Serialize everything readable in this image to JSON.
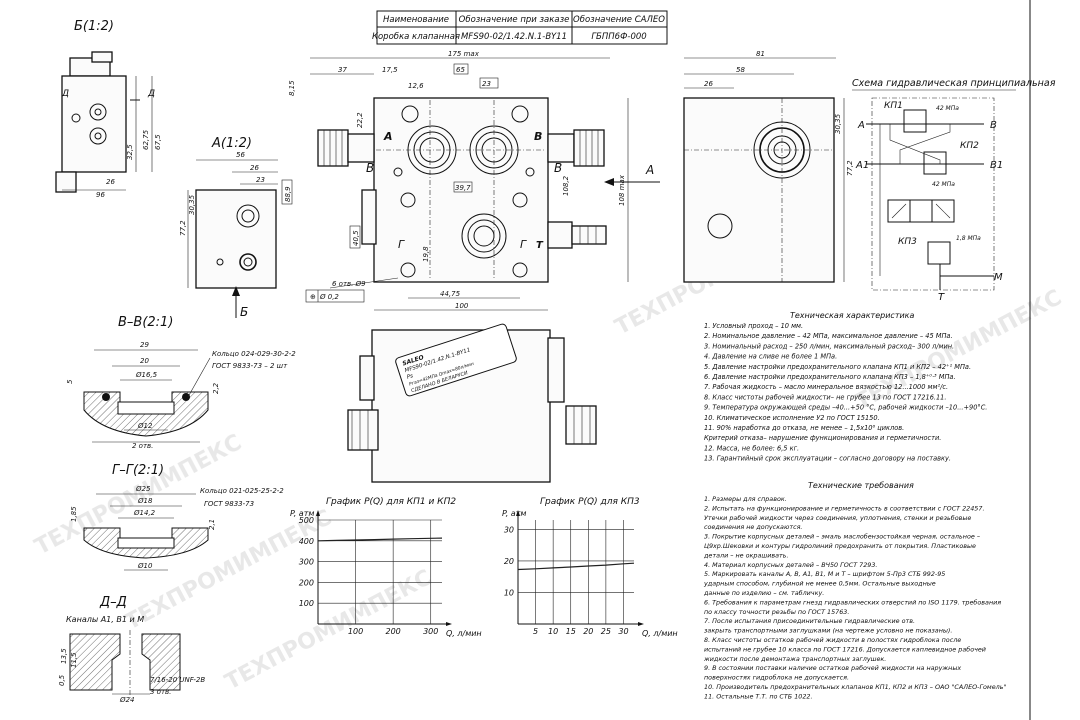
{
  "title_table": {
    "headers": [
      "Наименование",
      "Обозначение при заказе",
      "Обозначение САЛЕО"
    ],
    "row": [
      "Коробка клапанная",
      "MFS90-02/1.42.N.1-BY11",
      "ГБПП6Ф-000"
    ]
  },
  "views": {
    "b_view": "Б(1:2)",
    "a_view": "А(1:2)",
    "vv_section": "В–В(2:1)",
    "gg_section": "Г–Г(2:1)",
    "dd_section": "Д–Д",
    "dd_caption": "Каналы А1, В1 и М",
    "arrow_a": "А",
    "arrow_b": "Б",
    "scheme_title": "Схема гидравлическая принципиальная"
  },
  "dims": {
    "overall_width": "175 max",
    "d37": "37",
    "d175": "17,5",
    "d65": "65",
    "d12_6": "12,6",
    "d23": "23",
    "d8_15": "8,15",
    "d22_2": "22,2",
    "d88_9": "88,9",
    "d39_7": "39,7",
    "d108_2": "108,2",
    "d108max": "108 max",
    "d40_5": "40,5",
    "d19_8": "19,8",
    "d44_75": "44,75",
    "d100": "100",
    "holes": "6 отв. Ø9",
    "tol": "Ø 0,2",
    "d81": "81",
    "d58": "58",
    "d26": "26",
    "d30_35": "30,35",
    "d77_2": "77,2",
    "a56": "56",
    "a26": "26",
    "a23": "23",
    "a30_35": "30,35",
    "a77_2": "77,2",
    "b32_5": "32,5",
    "b62_75": "62,75",
    "b67_5": "67,5",
    "b26": "26",
    "b96": "96"
  },
  "section_notes": {
    "vv_ring": "Кольцо 024-029-30-2-2",
    "vv_gost": "ГОСТ 9833-73 – 2 шт",
    "vv_d29": "29",
    "vv_d20": "20",
    "vv_d16": "Ø16,5",
    "vv_d12": "Ø12",
    "vv_holes": "2 отв.",
    "vv_5": "5",
    "vv_2_2": "2,2",
    "gg_ring": "Кольцо 021-025-25-2-2",
    "gg_gost": "ГОСТ 9833-73",
    "gg_d25": "Ø25",
    "gg_d18": "Ø18",
    "gg_d14": "Ø14,2",
    "gg_d10": "Ø10",
    "gg_1_85": "1,85",
    "gg_2_1": "2,1",
    "dd_thread": "7/16-20 UNF-2B",
    "dd_d24": "Ø24",
    "dd_holes": "3 отв.",
    "dd_13_5": "13,5",
    "dd_11_5": "11,5",
    "dd_0_5": "0,5"
  },
  "plate": {
    "line1": "SALEO",
    "line2": "MFS90-02/1.42.N.1-BY11",
    "line3": "Ps",
    "line4": "Ргаз=42МПа  Qmax=80л/мин",
    "line5": "СДЕЛАНО В БЕЛАРУСИ"
  },
  "scheme_labels": {
    "kp1": "КП1",
    "kp2": "КП2",
    "kp3": "КП3",
    "p42a": "42 МПа",
    "p42b": "42 МПа",
    "p18": "1,8 МПа",
    "A": "A",
    "B": "B",
    "A1": "A1",
    "B1": "B1",
    "M": "M",
    "T": "T"
  },
  "tech": {
    "title": "Техническая характеристика",
    "lines": [
      "1. Условный проход – 10 мм.",
      "2. Номинальное давление – 42 МПа, максимальное давление – 45 МПа.",
      "3. Номинальный расход – 250 л/мин, максимальный расход– 300 л/мин.",
      "4. Давление на сливе не более 1 МПа.",
      "5. Давление настройки предохранительного клапана КП1 и КП2 – 42⁺¹ МПа.",
      "6. Давление настройки предохранительного клапана КП3 – 1,8⁺⁰·³ МПа.",
      "7. Рабочая жидкость – масло минеральное вязкостью 12...1000 мм²/с.",
      "8. Класс чистоты рабочей жидкости– не грубее 13 по ГОСТ 17216.11.",
      "9. Температура окружающей среды –40...+50 °С, рабочей жидкости –10...+90°С.",
      "10. Климатическое исполнение У2 по ГОСТ 15150.",
      "11. 90% наработка до отказа, не менее – 1,5х10⁶ циклов.",
      "   Критерий отказа– нарушение функционирования и герметичности.",
      "12. Масса, не более: 6,5 кг.",
      "13. Гарантийный срок эксплуатации – согласно договору на поставку."
    ]
  },
  "req": {
    "title": "Технические требования",
    "lines": [
      "1. Размеры для справок.",
      "2. Испытать на функционирование и герметичность в соответствии с ГОСТ 22457.",
      "   Утечки рабочей жидкости через соединения, уплотнения,  стенки и резьбовые",
      "   соединения не допускаются.",
      "3. Покрытие корпусных деталей – эмаль маслобензостойкая черная, остальное –",
      "   Ц9хр.Шековки и контуры гидролиний предохранить от покрытия. Пластиковые",
      "   детали – не окрашивать.",
      "4. Материал корпусных деталей – ВЧ50 ГОСТ 7293.",
      "5. Маркировать каналы А, В, А1, В1, М и Т – шрифтом 5-Пр3 СТБ 992-95",
      "   ударным способом, глубиной не менее 0,5мм. Остальные  выходные",
      "   данные по     изделию – см. табличку.",
      "6. Требования к параметрам гнезд гидравлических отверстий по ISO 1179. требования",
      "   по классу точности резьбы по ГОСТ 15763.",
      "7. После испытания присоединительные гидравлические отв.",
      "   закрыть транспортными заглушками (на чертеже условно      не показаны).",
      "8. Класс чистоты остатков рабочей жидкости в полостях гидроблока после",
      "   испытаний не грубее 10 класса по ГОСТ 17216. Допускается      каплевидное рабочей",
      "   жидкости после демонтажа транспортных заглушек.",
      "9. В состоянии поставки наличие остатков рабочей жидкости на наружных",
      "   поверхностях гидроблока не допускается.",
      "10. Производитель предохранительных клапанов КП1, КП2 и КП3 – ОАО \"САЛЕО-Гомель\"",
      "11. Остальные Т.Т. по СТБ 1022."
    ]
  },
  "chart_data": [
    {
      "type": "line",
      "title": "График P(Q) для КП1 и КП2",
      "xlabel": "Q, л/мин",
      "ylabel": "P, атм",
      "xticks": [
        100,
        200,
        300
      ],
      "yticks": [
        100,
        200,
        300,
        400,
        500
      ],
      "xlim": [
        0,
        330
      ],
      "ylim": [
        0,
        500
      ],
      "grid": true,
      "series": [
        {
          "x": [
            0,
            50,
            100,
            150,
            200,
            250,
            300,
            330
          ],
          "y": [
            400,
            402,
            404,
            406,
            408,
            410,
            412,
            413
          ]
        }
      ]
    },
    {
      "type": "line",
      "title": "График P(Q) для КП3",
      "xlabel": "Q, л/мин",
      "ylabel": "P, атм",
      "xticks": [
        5,
        10,
        15,
        20,
        25,
        30
      ],
      "yticks": [
        10,
        20,
        30
      ],
      "xlim": [
        0,
        33
      ],
      "ylim": [
        0,
        33
      ],
      "grid": true,
      "series": [
        {
          "x": [
            0,
            5,
            10,
            15,
            20,
            25,
            30,
            33
          ],
          "y": [
            17.3,
            17.5,
            17.8,
            18.1,
            18.4,
            18.7,
            19.1,
            19.3
          ]
        }
      ]
    }
  ],
  "watermark": "ТЕХПРОМИМПЕКС"
}
